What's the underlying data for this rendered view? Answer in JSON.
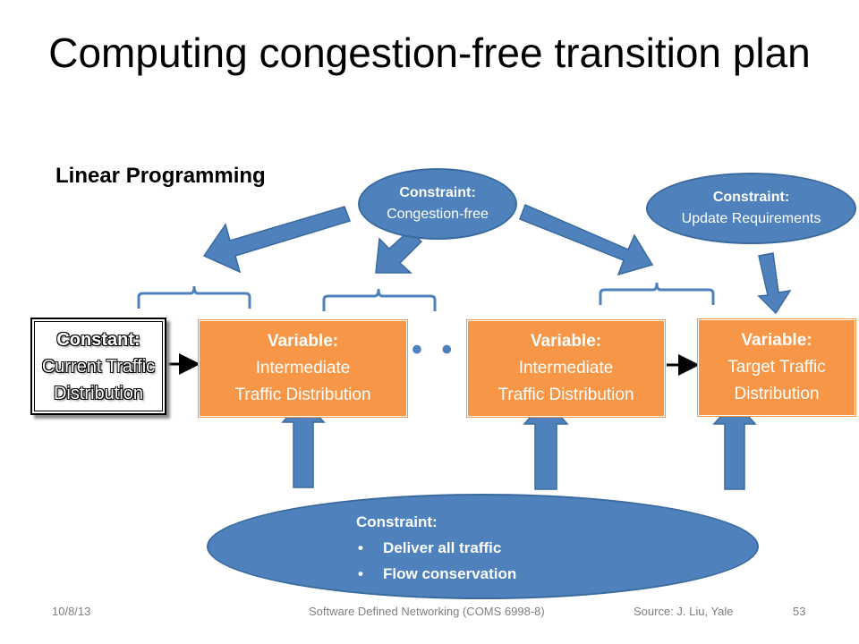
{
  "slide": {
    "title": "Computing congestion-free transition plan",
    "subtitle": "Linear Programming"
  },
  "boxes": {
    "constant": {
      "head": "Constant:",
      "line1": "Current Traffic",
      "line2": "Distribution"
    },
    "var1": {
      "head": "Variable:",
      "line1": "Intermediate",
      "line2": "Traffic Distribution"
    },
    "var2": {
      "head": "Variable:",
      "line1": "Intermediate",
      "line2": "Traffic Distribution"
    },
    "target": {
      "head": "Variable:",
      "line1": "Target Traffic",
      "line2": "Distribution"
    },
    "ellipsis": "• • •"
  },
  "constraints": {
    "congestion": {
      "head": "Constraint:",
      "body": "Congestion-free"
    },
    "update": {
      "head": "Constraint:",
      "body": "Update Requirements"
    },
    "bottom": {
      "head": "Constraint:",
      "items": [
        "Deliver all traffic",
        "Flow conservation"
      ],
      "bullet": "•"
    }
  },
  "colors": {
    "orange": "#f79646",
    "blue": "#4f81bd",
    "blue_border": "#3a6a9f"
  },
  "footer": {
    "date": "10/8/13",
    "course": "Software Defined Networking (COMS 6998-8)",
    "source": "Source: J. Liu, Yale",
    "page": "53"
  }
}
